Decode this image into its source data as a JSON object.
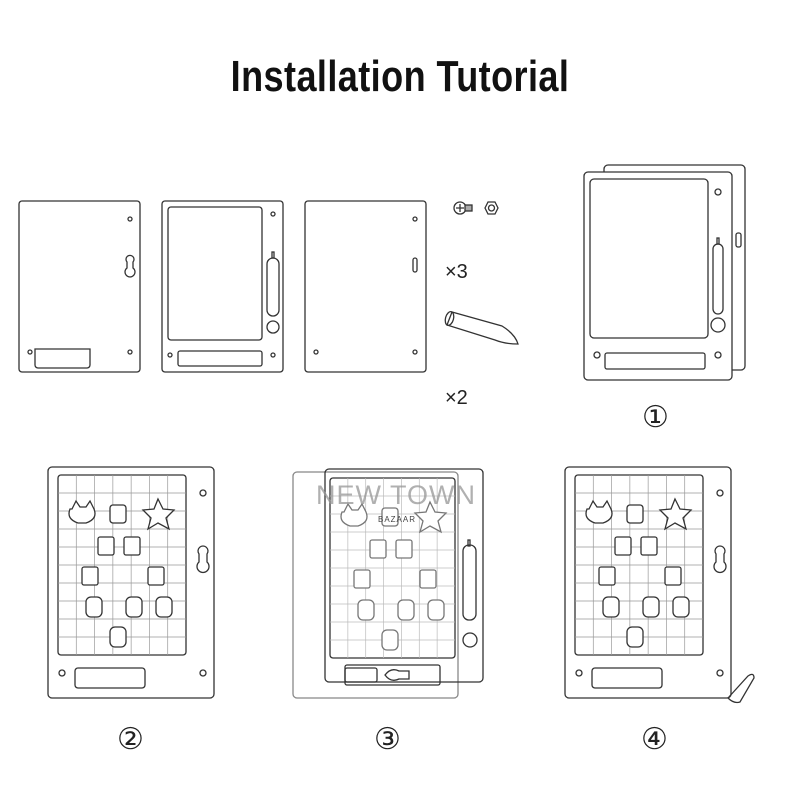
{
  "title": "Installation Tutorial",
  "parts": {
    "screw_qty": "×3",
    "pen_qty": "×2"
  },
  "steps": [
    "①",
    "②",
    "③",
    "④"
  ],
  "watermark": "NEW TOWN",
  "board_brand": "BAZAAR",
  "colors": {
    "line": "#333333",
    "puzzle": "#888888"
  }
}
